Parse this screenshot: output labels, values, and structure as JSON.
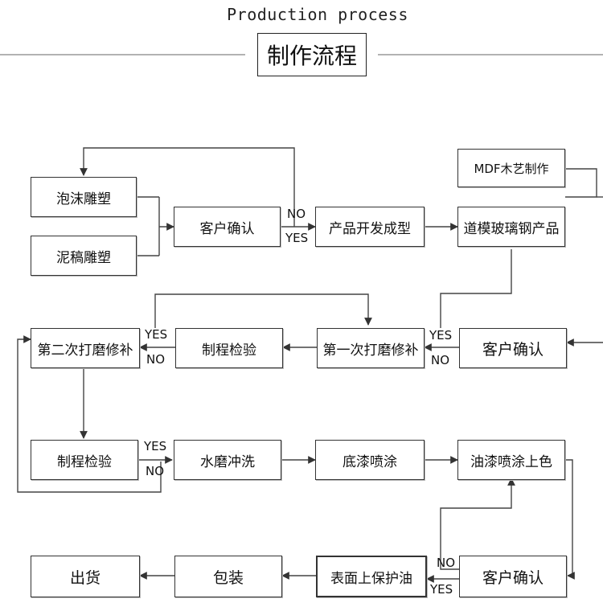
{
  "header": {
    "subtitle": "Production process",
    "title": "制作流程"
  },
  "nodes": {
    "foam_sculpt": "泡沫雕塑",
    "clay_sculpt": "泥稿雕塑",
    "confirm_1": "客户确认",
    "product_forming": "产品开发成型",
    "mdf_craft": "MDF木艺制作",
    "fiberglass_steel": "道模玻璃钢产品",
    "second_polish": "第二次打磨修补",
    "inspection_1": "制程检验",
    "first_polish": "第一次打磨修补",
    "confirm_2": "客户确认",
    "inspection_2": "制程检验",
    "wet_sanding": "水磨冲洗",
    "primer_spray": "底漆喷涂",
    "paint_color": "油漆喷涂上色",
    "ship": "出货",
    "packing": "包装",
    "protect_oil": "表面上保护油",
    "confirm_3": "客户确认"
  },
  "labels": {
    "no": "NO",
    "yes": "YES"
  }
}
